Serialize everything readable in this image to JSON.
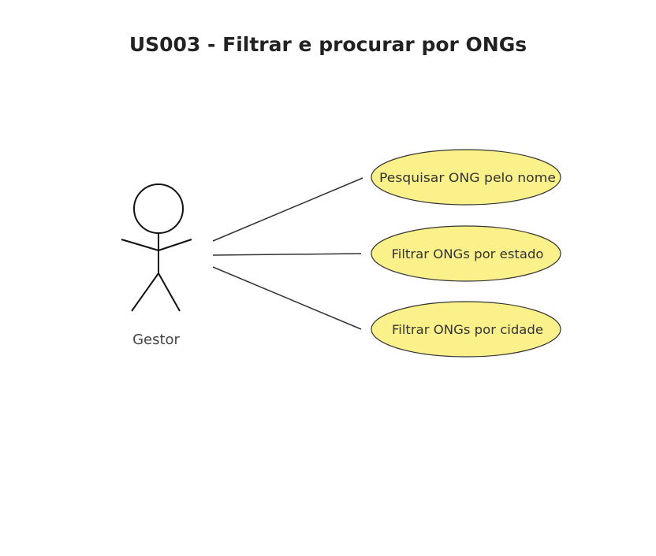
{
  "diagram": {
    "title": "US003 - Filtrar e procurar por ONGs",
    "actor": {
      "name": "Gestor"
    },
    "use_cases": [
      {
        "label": "Pesquisar ONG pelo nome"
      },
      {
        "label": "Filtrar ONGs por estado"
      },
      {
        "label": "Filtrar ONGs por cidade"
      }
    ],
    "colors": {
      "use_case_fill": "#fbf18a",
      "stroke": "#333333"
    }
  }
}
